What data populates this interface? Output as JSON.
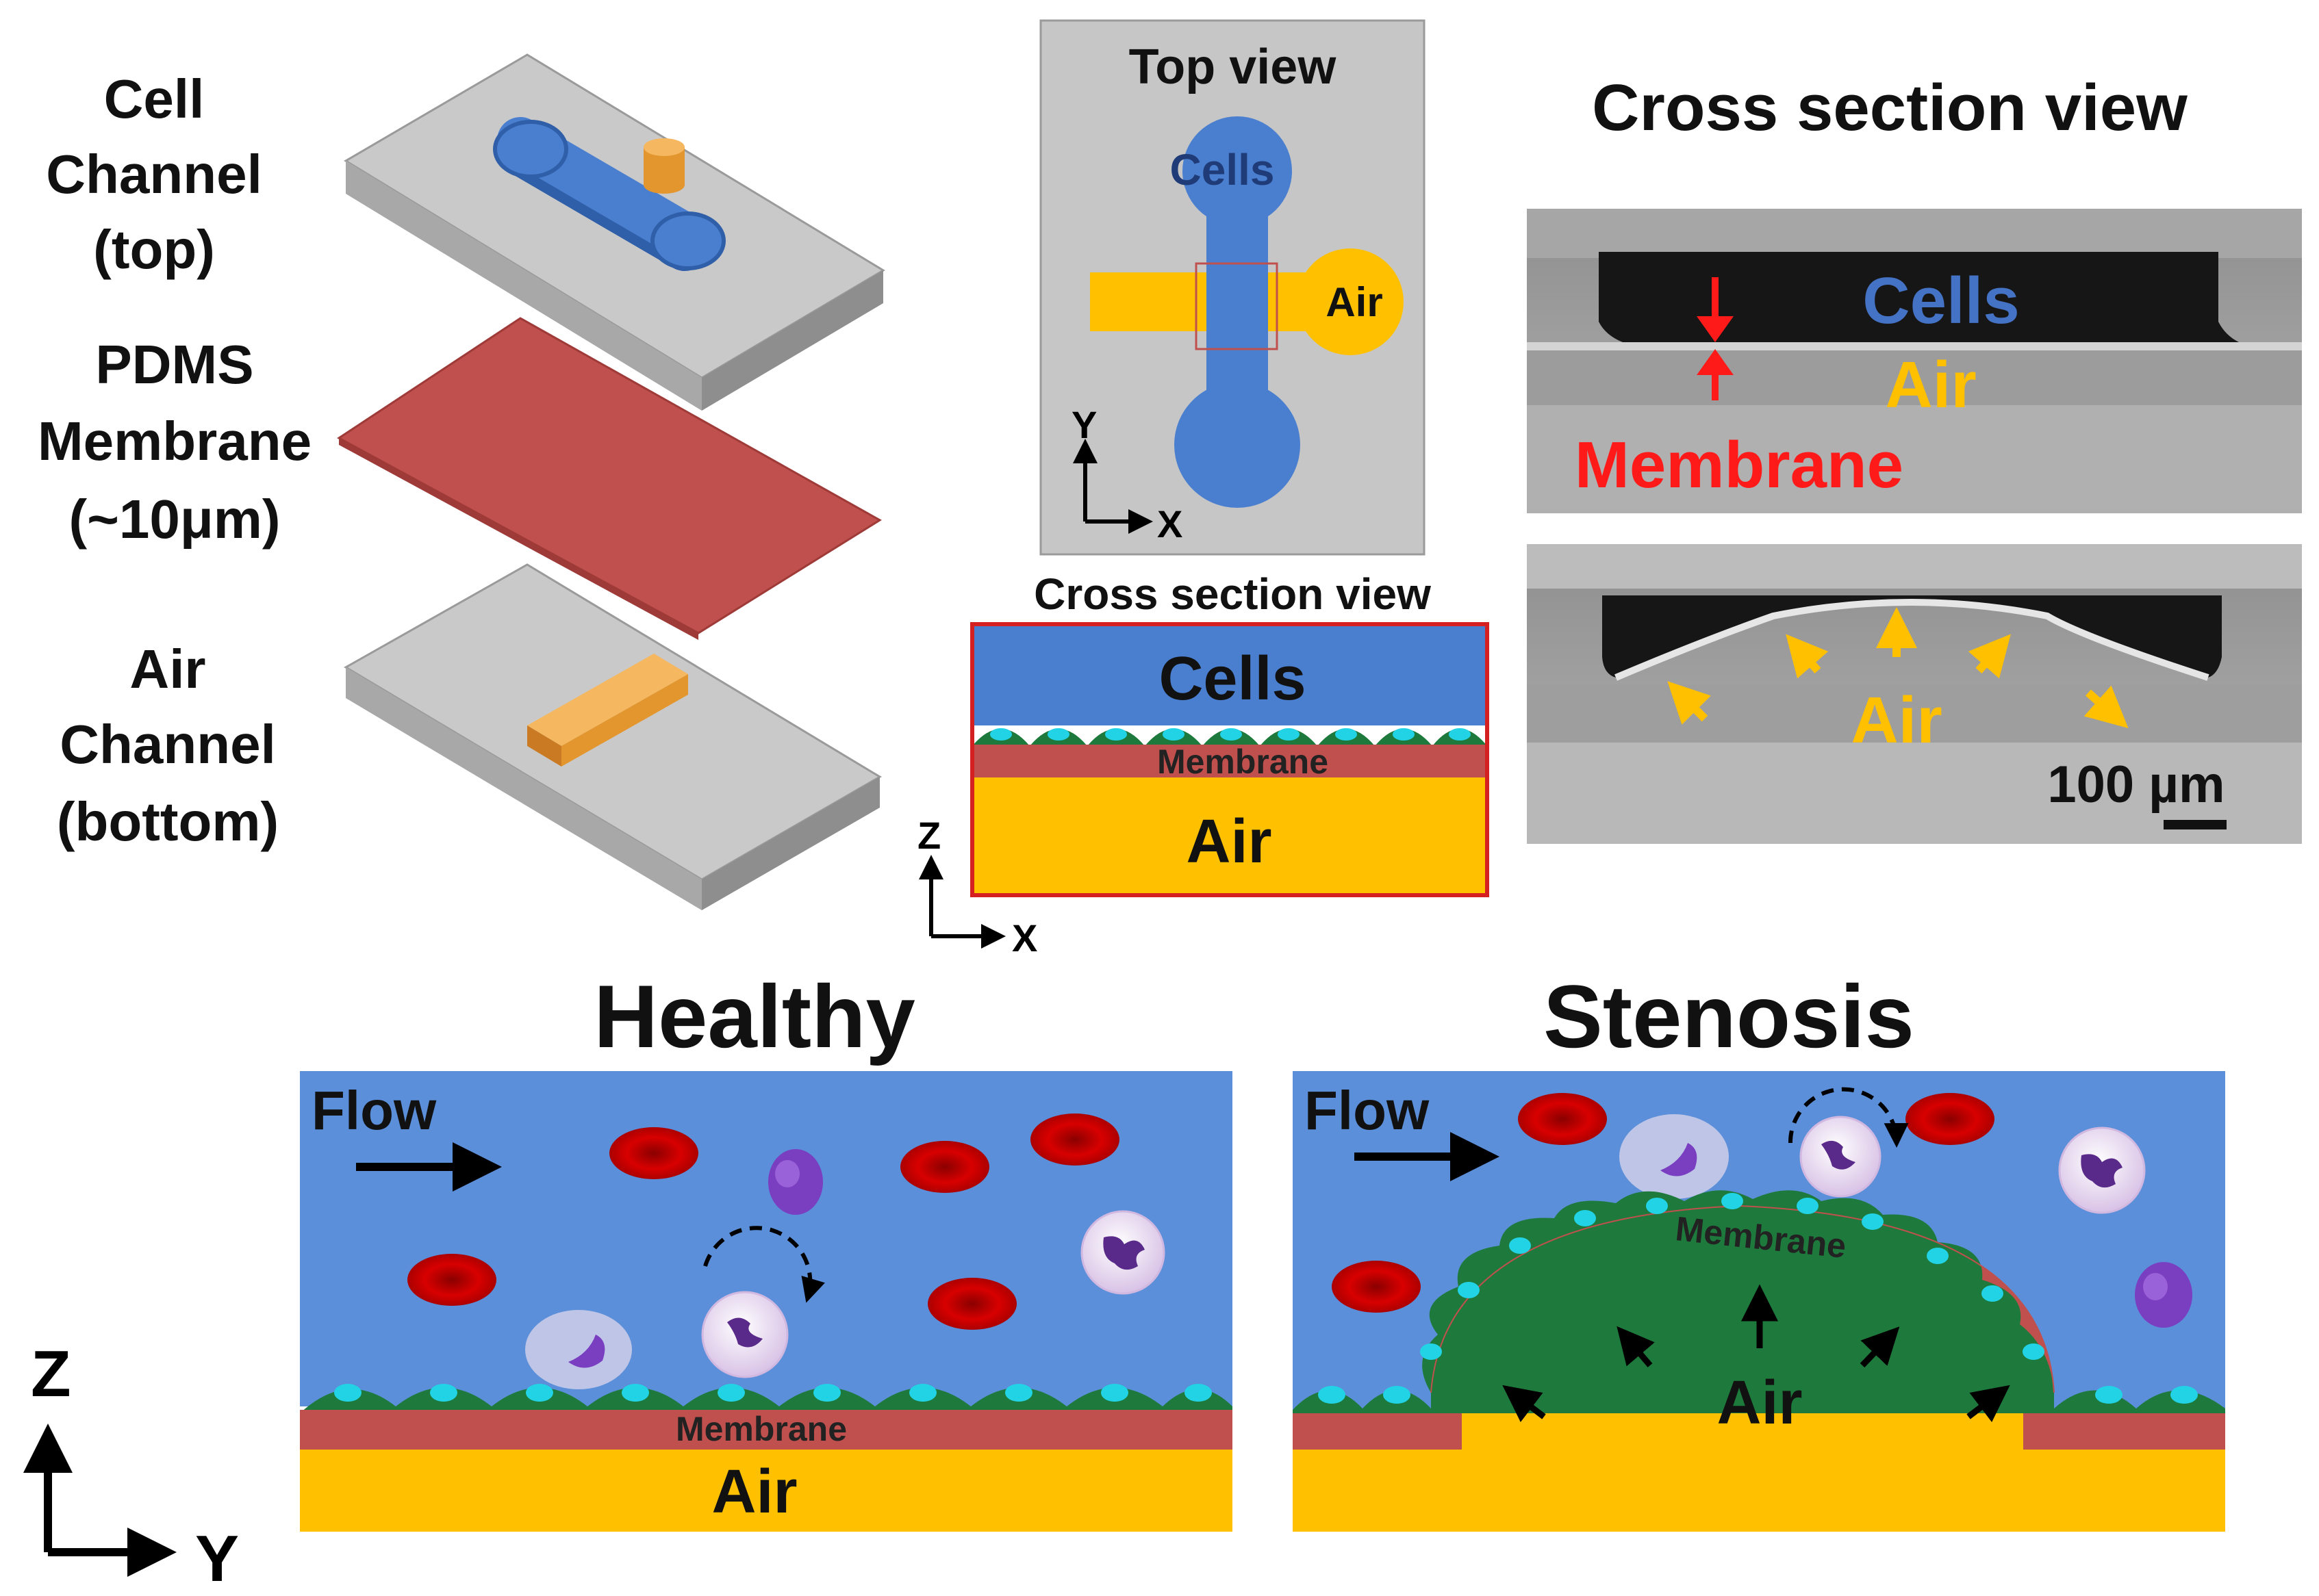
{
  "exploded_view": {
    "cell_channel_label": [
      "Cell",
      "Channel",
      "(top)"
    ],
    "membrane_label": [
      "PDMS",
      "Membrane",
      "(~10μm)"
    ],
    "air_channel_label": [
      "Air",
      "Channel",
      "(bottom)"
    ]
  },
  "top_view": {
    "title": "Top view",
    "cells_label": "Cells",
    "air_label": "Air",
    "axis_y": "Y",
    "axis_x": "X"
  },
  "schematic_cross_section": {
    "title": "Cross section view",
    "cells_label": "Cells",
    "membrane_label": "Membrane",
    "air_label": "Air",
    "axis_z": "Z",
    "axis_x": "X"
  },
  "micrograph": {
    "title": "Cross section view",
    "top_panel": {
      "cells": "Cells",
      "air": "Air",
      "membrane": "Membrane"
    },
    "bottom_panel": {
      "air": "Air",
      "scale_bar": "100 µm"
    }
  },
  "healthy": {
    "title": "Healthy",
    "flow_label": "Flow",
    "membrane_label": "Membrane",
    "air_label": "Air"
  },
  "stenosis": {
    "title": "Stenosis",
    "flow_label": "Flow",
    "membrane_label": "Membrane",
    "air_label": "Air"
  },
  "axes_bottom": {
    "z": "Z",
    "y": "Y"
  },
  "colors": {
    "gray_slab": "#bdbdbd",
    "channel_blue": "#4472c4",
    "air_yellow": "#ffc000",
    "air_orange": "#f0a040",
    "membrane_red": "#c0504d",
    "fluid_blue": "#5b8fd9",
    "rbc_red": "#c00000",
    "endothelial_green": "#1e7a3c",
    "nucleus_cyan": "#22d3e6",
    "label_red": "#ff1a1a",
    "label_yellow": "#ffc000",
    "label_blue": "#4472c4"
  }
}
